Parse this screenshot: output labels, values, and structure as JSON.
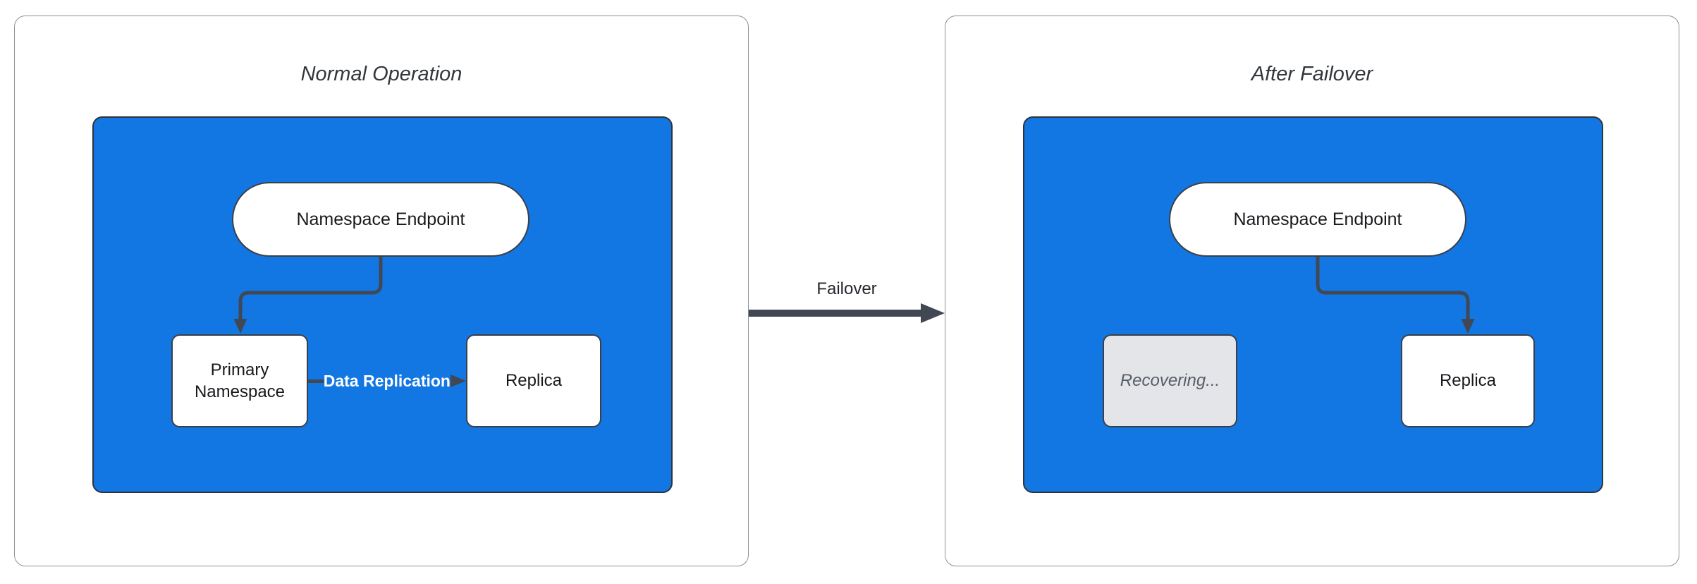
{
  "colors": {
    "canvas_bg": "#ffffff",
    "panel_border": "#8d9095",
    "title_text": "#33373c",
    "cluster_fill": "#1277e3",
    "cluster_border": "#2e343c",
    "node_fill": "#ffffff",
    "node_border": "#3a4049",
    "node_text": "#17191c",
    "edge_stroke": "#414753",
    "recovering_fill": "#e3e5e8",
    "recovering_text": "#575d68",
    "replication_label_text": "#ffffff",
    "failover_text": "#24282d"
  },
  "panels": {
    "left": {
      "title": "Normal Operation",
      "endpoint_label": "Namespace Endpoint",
      "primary_label": "Primary Namespace",
      "replica_label": "Replica",
      "replication_edge_label": "Data Replication"
    },
    "right": {
      "title": "After Failover",
      "endpoint_label": "Namespace Endpoint",
      "recovering_label": "Recovering...",
      "replica_label": "Replica"
    }
  },
  "failover_edge": {
    "label": "Failover"
  }
}
